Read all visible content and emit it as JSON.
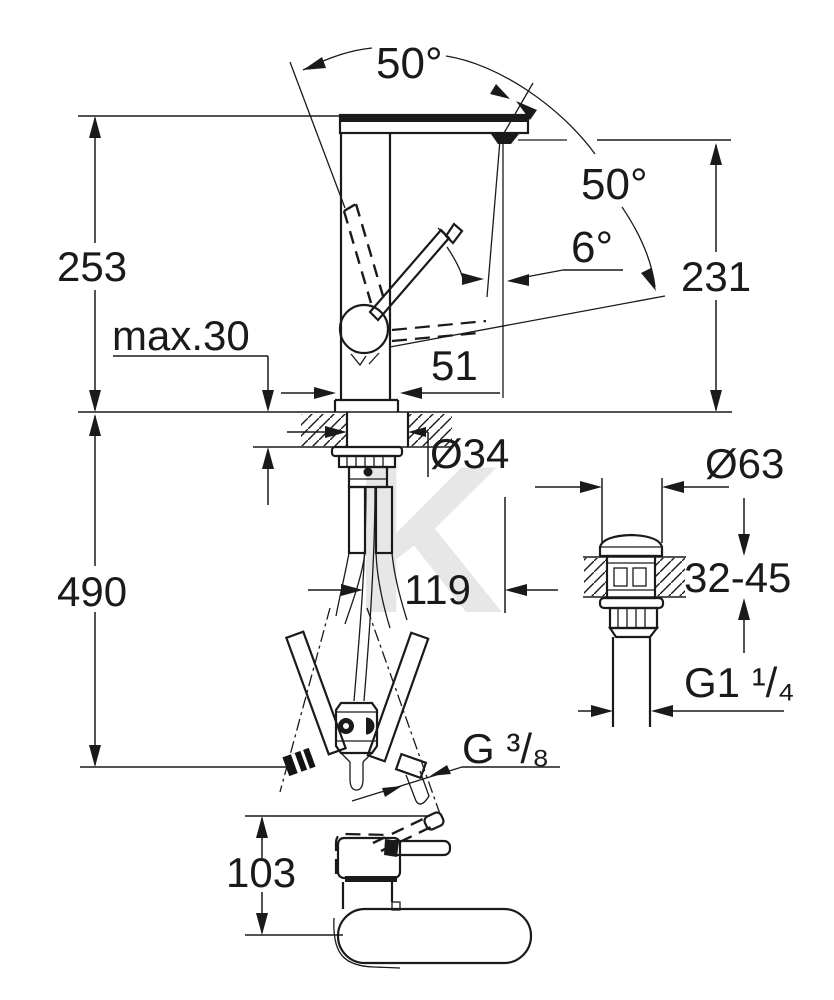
{
  "drawing": {
    "description": "faucet installation dimension drawing",
    "colors": {
      "line": "#1a1a1a",
      "background": "#ffffff",
      "watermark": "#e7e7e7"
    },
    "watermark": "K",
    "labels": {
      "angle_top": "50°",
      "angle_right": "50°",
      "angle_tilt": "6°",
      "dim_height_top": "253",
      "dim_thickness": "max.30",
      "dim_base": "51",
      "dim_shank": "Ø34",
      "dim_height_right": "231",
      "dim_hose": "490",
      "dim_reach": "119",
      "dim_drain_cap": "Ø63",
      "dim_counter": "32-45",
      "thread_drain": "G1 ¹/₄",
      "thread_hose": "G ³/₈",
      "dim_side_height": "103"
    }
  }
}
